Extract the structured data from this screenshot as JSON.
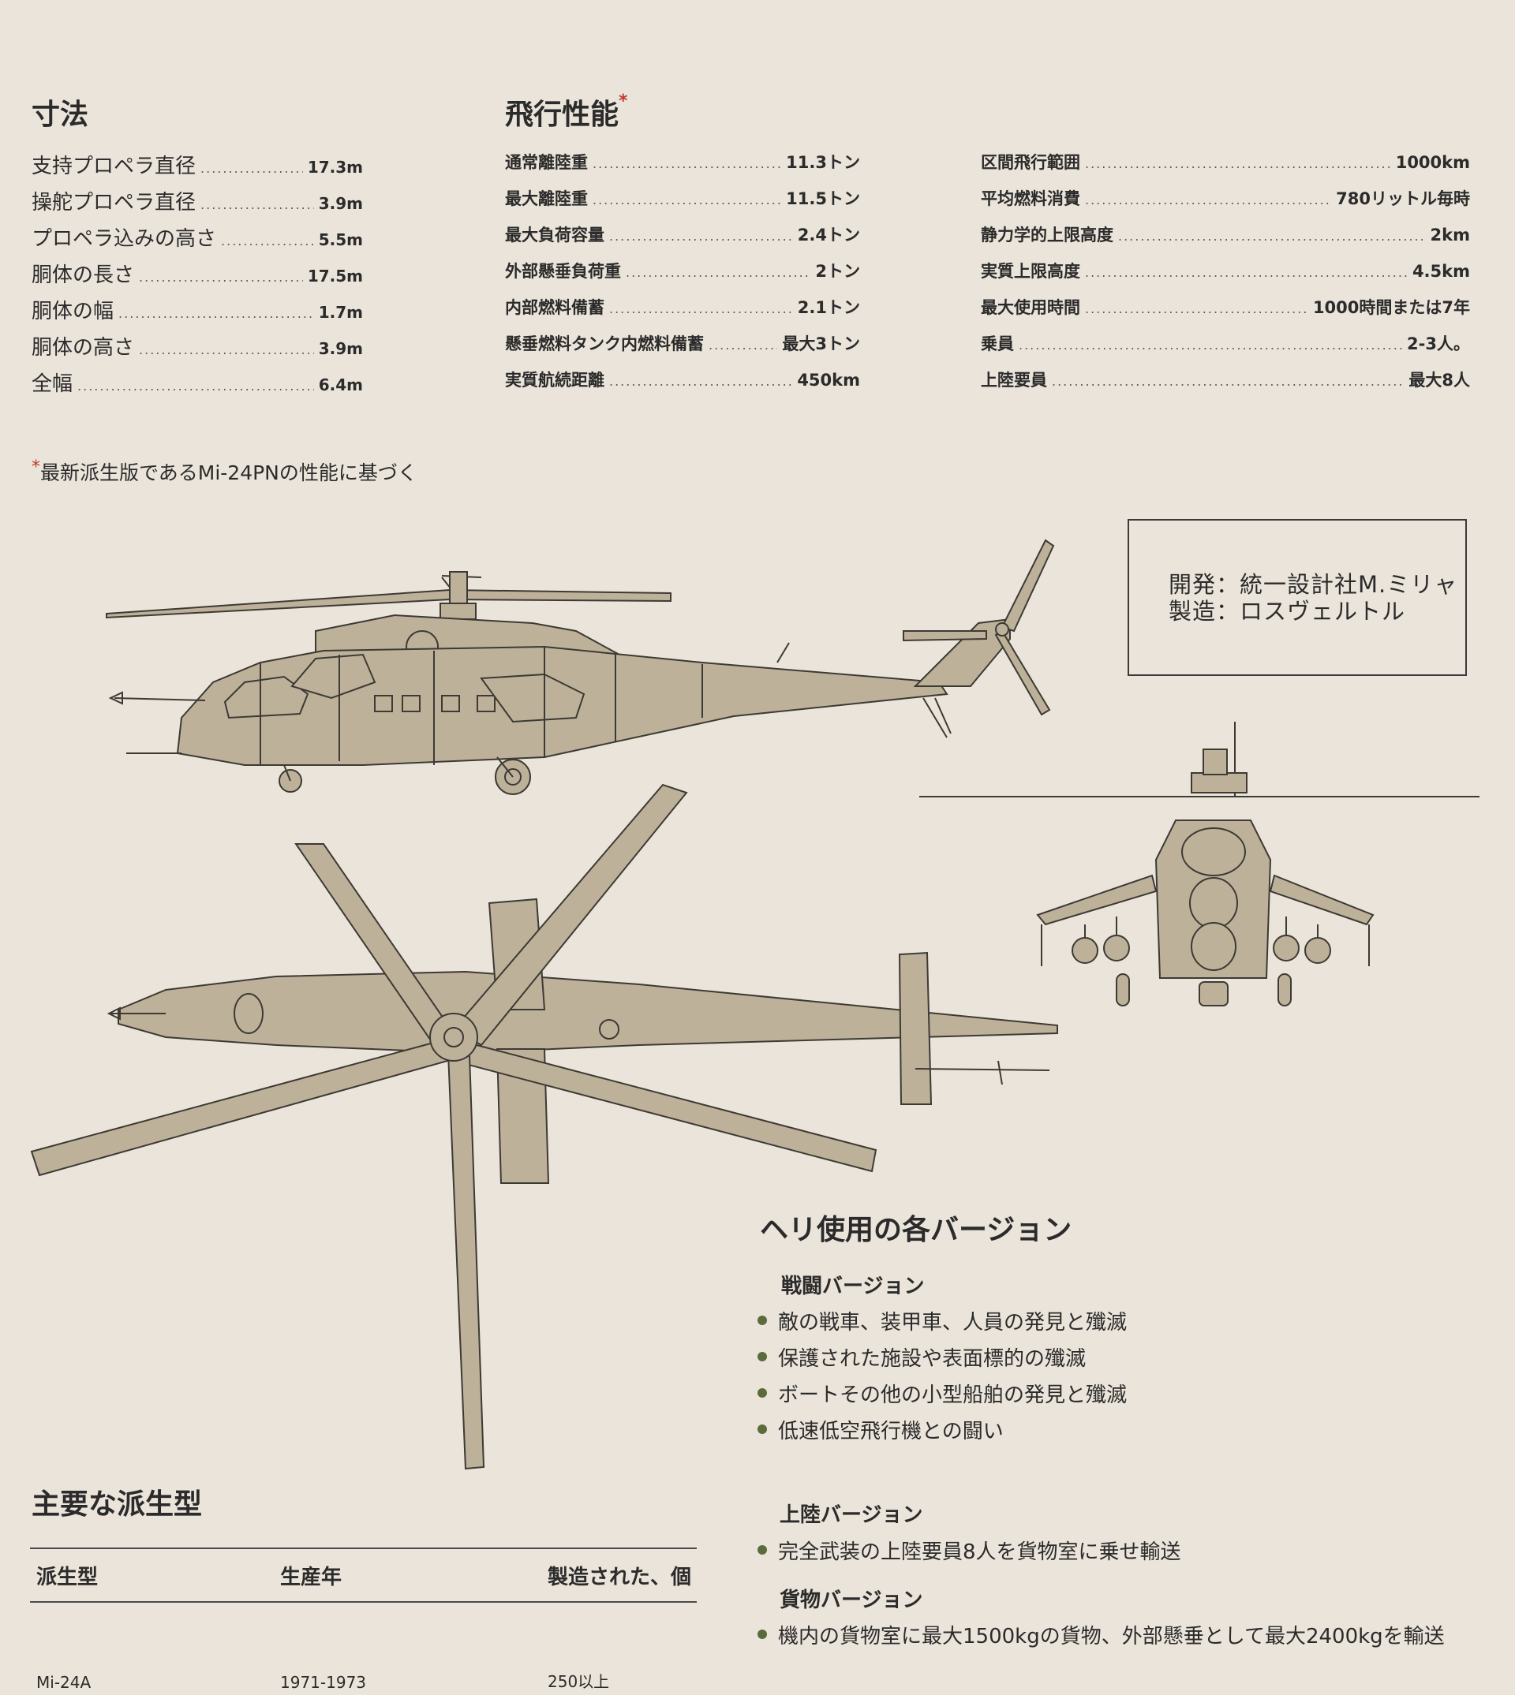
{
  "dimensions": {
    "title": "寸法",
    "items": [
      {
        "label": "支持プロペラ直径",
        "value": "17.3m"
      },
      {
        "label": "操舵プロペラ直径",
        "value": "3.9m"
      },
      {
        "label": "プロペラ込みの高さ",
        "value": "5.5m"
      },
      {
        "label": "胴体の長さ",
        "value": "17.5m"
      },
      {
        "label": "胴体の幅",
        "value": "1.7m"
      },
      {
        "label": "胴体の高さ",
        "value": "3.9m"
      },
      {
        "label": "全幅",
        "value": "6.4m"
      }
    ]
  },
  "performance": {
    "title": "飛行性能",
    "asterisk": "*",
    "col1": [
      {
        "label": "通常離陸重",
        "value": "11.3トン"
      },
      {
        "label": "最大離陸重",
        "value": "11.5トン"
      },
      {
        "label": "最大負荷容量",
        "value": "2.4トン"
      },
      {
        "label": "外部懸垂負荷重",
        "value": "2トン"
      },
      {
        "label": "内部燃料備蓄",
        "value": "2.1トン"
      },
      {
        "label": "懸垂燃料タンク内燃料備蓄",
        "value": "最大3トン"
      },
      {
        "label": "実質航続距離",
        "value": "450km"
      }
    ],
    "col2": [
      {
        "label": "区間飛行範囲",
        "value": "1000km"
      },
      {
        "label": "平均燃料消費",
        "value": "780リットル毎時"
      },
      {
        "label": "静力学的上限高度",
        "value": "2km"
      },
      {
        "label": "実質上限高度",
        "value": "4.5km"
      },
      {
        "label": "最大使用時間",
        "value": "1000時間または7年"
      },
      {
        "label": "乗員",
        "value": "2-3人。"
      },
      {
        "label": "上陸要員",
        "value": "最大8人"
      }
    ]
  },
  "footnote": {
    "asterisk": "*",
    "text": "最新派生版であるMi-24PNの性能に基づく"
  },
  "developer_box": {
    "line1": "開発：統一設計社M.ミリャ",
    "line2": "製造：ロスヴェルトル"
  },
  "versions": {
    "title": "ヘリ使用の各バージョン",
    "combat": {
      "title": "戦闘バージョン",
      "items": [
        "敵の戦車、装甲車、人員の発見と殲滅",
        "保護された施設や表面標的の殲滅",
        "ボートその他の小型船舶の発見と殲滅",
        "低速低空飛行機との闘い"
      ]
    },
    "landing": {
      "title": "上陸バージョン",
      "items": [
        "完全武装の上陸要員8人を貨物室に乗せ輸送"
      ]
    },
    "cargo": {
      "title": "貨物バージョン",
      "items": [
        "機内の貨物室に最大1500kgの貨物、外部懸垂として最大2400kgを輸送"
      ]
    }
  },
  "variants": {
    "title": "主要な派生型",
    "headers": [
      "派生型",
      "生産年",
      "製造された、個"
    ],
    "rows": [
      [
        "Mi-24A",
        "1971-1973",
        "250以上"
      ]
    ]
  },
  "colors": {
    "background": "#ebe4da",
    "airframe": "#bdb19a",
    "bullet": "#5b6b3a",
    "asterisk": "#c0392b"
  }
}
